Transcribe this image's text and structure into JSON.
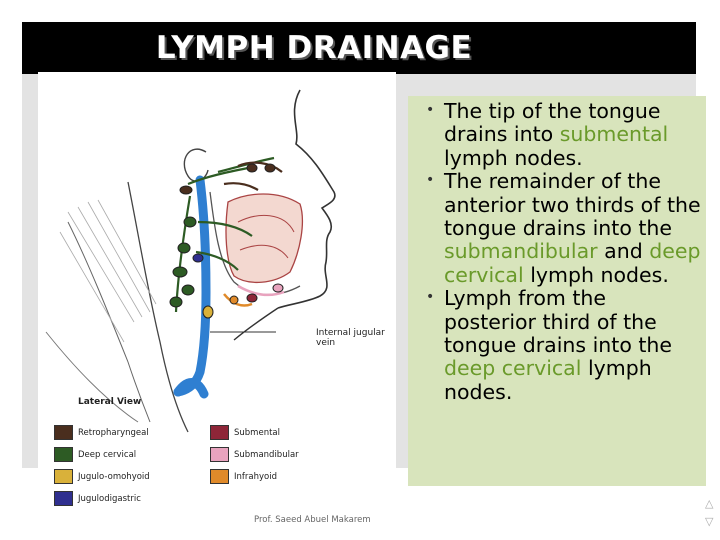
{
  "slide": {
    "title": "LYMPH DRAINAGE",
    "credit": "Prof. Saeed Abuel Makarem"
  },
  "figure": {
    "view_label": "Lateral View",
    "vein_label": "Internal jugular vein",
    "legend": [
      {
        "label": "Retropharyngeal",
        "color": "#4a2e1e"
      },
      {
        "label": "Deep cervical",
        "color": "#2d5b24"
      },
      {
        "label": "Jugulo-omohyoid",
        "color": "#d9b13a"
      },
      {
        "label": "Jugulodigastric",
        "color": "#2f2f8f"
      },
      {
        "label": "Submental",
        "color": "#8e2638"
      },
      {
        "label": "Submandibular",
        "color": "#e8a3be"
      },
      {
        "label": "Infrahyoid",
        "color": "#e08a2a"
      }
    ]
  },
  "bullets": [
    {
      "parts": [
        "The tip of the tongue drains into ",
        "submental",
        " lymph nodes."
      ]
    },
    {
      "parts": [
        "The remainder of the anterior two thirds of the tongue drains into the ",
        "submandibular",
        " and ",
        "deep cervical",
        " lymph nodes."
      ]
    },
    {
      "parts": [
        "Lymph from the posterior third of the tongue drains into the ",
        "deep cervical",
        " lymph nodes."
      ]
    }
  ],
  "colors": {
    "title_bg": "#000000",
    "panel_bg": "#d8e4bc",
    "highlight": "#6a9a2a",
    "vein": "#2f7fd1"
  },
  "nav_icons": [
    "up-arrow-icon",
    "down-arrow-icon"
  ]
}
